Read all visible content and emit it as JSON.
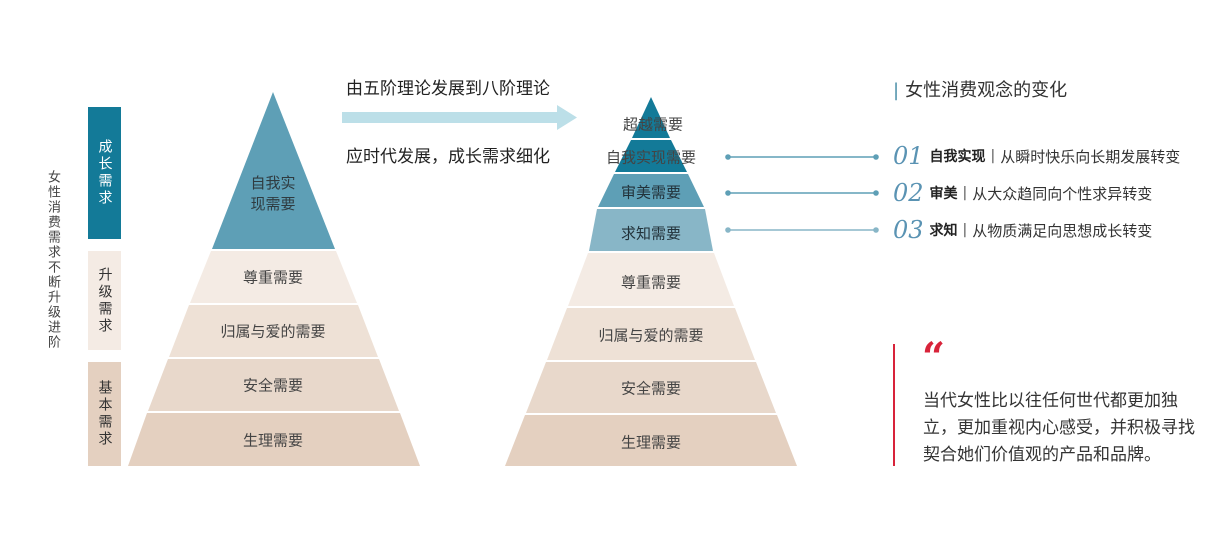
{
  "colors": {
    "teal_dark": "#137a98",
    "teal_mid": "#5e9fb6",
    "teal_light": "#88b6c7",
    "beige_1": "#f4ebe4",
    "beige_2": "#eee1d6",
    "beige_3": "#e8d8cb",
    "beige_4": "#e4d0c0",
    "arrow": "#bcdfe8",
    "quote_red": "#d8233a"
  },
  "side_label": "女性消费需求不断升级进阶",
  "categories": [
    {
      "label": "成长需求"
    },
    {
      "label": "升级需求"
    },
    {
      "label": "基本需求"
    }
  ],
  "left_pyramid": {
    "top_label": "自我实现需要",
    "layers": [
      "尊重需要",
      "归属与爱的需要",
      "安全需要",
      "生理需要"
    ]
  },
  "arrow": {
    "line1": "由五阶理论发展到八阶理论",
    "line2": "应时代发展，成长需求细化"
  },
  "right_pyramid": {
    "layers": [
      "超越需要",
      "自我实现需要",
      "审美需要",
      "求知需要",
      "尊重需要",
      "归属与爱的需要",
      "安全需要",
      "生理需要"
    ]
  },
  "trends": {
    "title": "女性消费观念的变化",
    "items": [
      {
        "num": "01",
        "key": "自我实现",
        "desc": "从瞬时快乐向长期发展转变"
      },
      {
        "num": "02",
        "key": "审美",
        "desc": "从大众趋同向个性求异转变"
      },
      {
        "num": "03",
        "key": "求知",
        "desc": "从物质满足向思想成长转变"
      }
    ],
    "separator": "|"
  },
  "quote": {
    "mark": "“",
    "text": "当代女性比以往任何世代都更加独立，更加重视内心感受，并积极寻找契合她们价值观的产品和品牌。"
  }
}
